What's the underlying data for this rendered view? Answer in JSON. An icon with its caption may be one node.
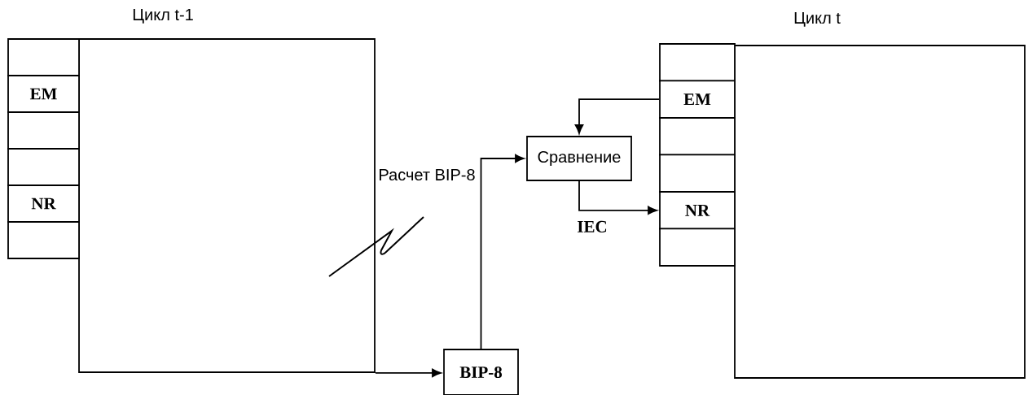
{
  "diagram": {
    "nodes": [
      {
        "text": [
          "Цикл t-1"
        ]
      },
      {
        "text": [],
        "shape": "box"
      },
      {
        "text": [
          "EM"
        ]
      },
      {
        "text": [],
        "shape": "box"
      },
      {
        "text": [],
        "shape": "box"
      },
      {
        "text": [
          "NR"
        ]
      },
      {
        "text": [],
        "shape": "box"
      },
      {
        "text": [
          "BIP-8"
        ]
      },
      {
        "text": [
          "Сравнение"
        ]
      },
      {
        "text": [
          "Цикл t"
        ]
      },
      {
        "text": [],
        "shape": "box"
      },
      {
        "text": [
          "EM"
        ]
      },
      {
        "text": [],
        "shape": "box"
      },
      {
        "text": [],
        "shape": "box"
      },
      {
        "text": [
          "NR"
        ]
      },
      {
        "text": [],
        "shape": "box"
      }
    ],
    "edges": [
      {
        "from": 0,
        "to": 7,
        "arrow": "to"
      },
      {
        "from": 7,
        "to": 8,
        "arrow": "to"
      },
      {
        "from": 11,
        "to": 8,
        "arrow": "to"
      },
      {
        "from": 8,
        "to": 14,
        "arrow": "to",
        "label": "IEC"
      }
    ],
    "labels": [
      "Расчет BIP-8"
    ]
  }
}
